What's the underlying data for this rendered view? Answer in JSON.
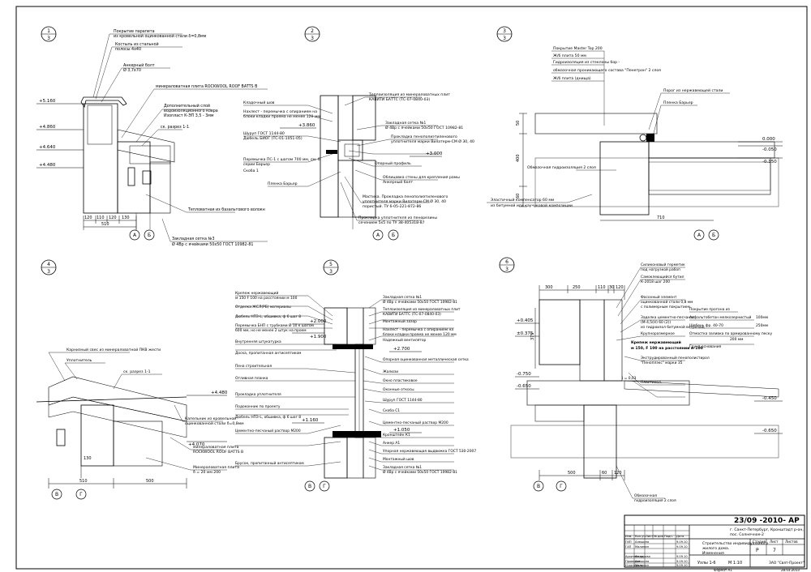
{
  "details": [
    {
      "num": "1",
      "sheet": "3"
    },
    {
      "num": "2",
      "sheet": "3"
    },
    {
      "num": "3",
      "sheet": "3"
    },
    {
      "num": "4",
      "sheet": "3"
    },
    {
      "num": "5",
      "sheet": "3"
    },
    {
      "num": "6",
      "sheet": "3"
    }
  ],
  "axes": {
    "ab": [
      "А",
      "Б"
    ],
    "vg": [
      "В",
      "Г"
    ]
  },
  "d1": {
    "labels": [
      "Покрытие парапета",
      "из кровельной оцинкованной стали δ=0,8мм",
      "Костыль из стальной",
      "полосы 4х40",
      "Анкерный болт",
      "Ø 3,7х70",
      "минераловатная плита ROCKWOOL ROOF BATTS В",
      "Дополнительный слой",
      "водоизоляционного ковра",
      "Изопласт К-ЭП 3,5 - 3мм",
      "Тепловатная из базальтового волокн",
      "Закладная сетка №3",
      "Ø 4Вр с ячейками 50х50 ГОСТ 10982-81"
    ],
    "levels": [
      "+5.160",
      "+4.860",
      "+4.640",
      "+4.480"
    ],
    "dims": [
      "120",
      "110",
      "120",
      "130",
      "510"
    ],
    "section": "ск. разрез 1-1"
  },
  "d2": {
    "labels": [
      "Теплоизоляция из минераловатных плит",
      "КАВИТИ БАТТС (ТС-07-0840-03)",
      "Кладочный шов",
      "Нахлест - перемычка с опиранием на",
      "блоки кладки проема не менее 120 мм",
      "Закладная сетка №1",
      "Ø 4Вр с ячейками 50х50 ГОСТ 10982-81",
      "Шуруп ГОСТ 1144-80",
      "Дюбель БИОГ (ТС-01-1051-05)",
      "Прокладка пенополиэтиленового",
      "уплотнителя марки Вилатерм-СМ Ø 30, 40",
      "Перемычка ПС-1 с шагом 700 мм, см. 6",
      "серии Барьер",
      "Скоба 1",
      "Опорный профиль",
      "Облицовка стены для крепления рамы",
      "Анкерный болт",
      "Пленка Барьер",
      "Мастика. Прокладка пенополиэтиленового",
      "уплотнителя марки Вилатерм-СМ Ø 30, 40",
      "пористый. ТУ 6-05-221-872-86",
      "Прокладка уплотнителя из пенорезины",
      "сечением 5х5 по ТУ 38-405318-87"
    ],
    "levels": [
      "+3.860",
      "+3.000"
    ]
  },
  "d3": {
    "labels": [
      "Покрытие Master Top 200",
      "Ж/б плита 50 мм",
      "Гидроизоляция из стеклоны бор -",
      "обмазочная проникающего состава \"Пенетрон\"   2 слоя",
      "Ж/б плита (днища)",
      "Порог из нержавеющей стали",
      "Пленка Барьер",
      "Обмазочная гидроизоляция 2 слоя",
      "Эластичный компенсатор 60 мм",
      "из битумной или каучуковой композиции"
    ],
    "levels": [
      "0.000",
      "-0.050",
      "-0.350"
    ],
    "dims": [
      "50",
      "400",
      "60",
      "710"
    ]
  },
  "d4": {
    "labels": [
      "Карнизный свес из минераловатной ПКВ жести",
      "Уплотнитель",
      "ск. разрез 1-1",
      "Капельник из кровельной",
      "оцинкованной стали δ=0,8мм",
      "минераловатная плита",
      "ROCKWOOL ROOF BATTS В",
      "Минераловатная плита",
      "δ = 20 мм 200"
    ],
    "levels": [
      "+4.480",
      "+4.070"
    ],
    "dims": [
      "130",
      "510",
      "500"
    ]
  },
  "d5": {
    "labels": [
      "Крепеж нержавеющий",
      "м 150 F 100 на расстоянии м 100",
      "Отделка ЖСЛ(РБ) материалы",
      "Дюбель НПЗ-L, обшивка, ф 6 шаг 8",
      "Перемычка БНП с трубками Ø 10 к шагом",
      "600 мм, но не менее 2 штук на проем",
      "Внутренняя штукатурка",
      "Доска, пропитанная антисептиком",
      "Пена строительная",
      "Отливная планка",
      "Прокладка уплотнителя",
      "Подоконник по проекту",
      "Дюбель НПЗ-L, обшивка, ф 6 шаг 8",
      "Цементно-песчаный раствор М200",
      "Брусок, пропитанный антисептиком",
      "Закладная сетка №1",
      "Ø 4Вр с ячейками 50х50 ГОСТ 10982-81",
      "Теплоизоляция из минераловатных плит",
      "КАВИТИ БАТТС (ТС-07-0840-03)",
      "Монтажный зазор",
      "Нахлест - перемычка с опиранием на",
      "блоки кладки проема не менее 120 мм",
      "Надежный вентилятор",
      "Опорная оцинкованная металлическая сетка",
      "Жалюзи",
      "Окно пластиковое",
      "Оконные откосы",
      "Шуруп ГОСТ 1144-80",
      "Скоба С1",
      "Цементно-песчаный раствор М200",
      "Кронштейн К1",
      "Анкер А1",
      "Упорная нержавеющая выдвижка ГОСТ 530-2007",
      "Монтажный шов",
      "Закладная сетка №1",
      "Ø 4Вр с ячейками 50х50 ГОСТ 10982-81"
    ],
    "levels": [
      "+2.000",
      "+1.900",
      "+2.700",
      "+1.160",
      "+1.050"
    ]
  },
  "d6": {
    "labels": [
      "Силиконовый герметик",
      "под нагрузкой рабоп",
      "Самоклеющийся бутил",
      "К-2018 шаг 200",
      "Фасонный элемент",
      "оцинкованной стали 0,8 мм",
      "с полимерным покрытием",
      "Заделка цементно-песчаная",
      "(М-4,5(Н) 60 (2))",
      "из гидроизол битумной ветрозащ",
      "Крупноразмерное",
      "Крепеж нержавеющий",
      "м 150, F 100 на расстоянии м 100",
      "Экструдированный пенополистирол",
      "\"Пеноплэкс\" марки 35",
      "Пластикол.",
      "Покрытие прогона из",
      "Асфальтобетон мелкозернистый",
      "Щебень фр. 40-70",
      "Отмостка заливка по армированному песку",
      "Грунт основания",
      "Обмазочная",
      "гидроизоляция 2 слоя"
    ],
    "levels": [
      "+0.405",
      "±0.375",
      "-0.750",
      "-0.650",
      "-0.450",
      "-0.650"
    ],
    "dims": [
      "300",
      "250",
      "110",
      "30",
      "120",
      "375",
      "500",
      "60",
      "120"
    ],
    "small": [
      "100мм",
      "250мм",
      "200 мм",
      "i = 0,03"
    ]
  },
  "title_block": {
    "code": "23/09 -2010- АР",
    "address": [
      "г. Санкт-Петербург, Кронштадт р-он,",
      "пос. Солнечное-2"
    ],
    "project": [
      "Строительство индивидуального",
      "жилого дома.",
      "Изменения"
    ],
    "sheet_title": "Узлы 1-6",
    "scale": "М 1:10",
    "stage_hdr": "Стадия",
    "sheet_hdr": "Лист",
    "sheets_hdr": "Листов",
    "stage": "Р",
    "sheet": "7",
    "company": "ЗАО \"Свят-Проект\"",
    "cols": [
      "Изм.",
      "Кол.уч.",
      "Лист",
      "№ док.",
      "Подп.",
      "Дата"
    ],
    "rows": [
      [
        "ГИП",
        "Алешина",
        "",
        "9.09.10"
      ],
      [
        "ГАП",
        "Малинин",
        "",
        "9.09.10"
      ],
      [
        "",
        "",
        "",
        ""
      ],
      [
        "Архитектор",
        "Федорова",
        "",
        "9.09.10"
      ],
      [
        "Проверил",
        "Алешина",
        "",
        "9.09.10"
      ],
      [
        "Н.контроль",
        "Малинин",
        "",
        "9.09.10"
      ]
    ],
    "format": "Формат А1",
    "date_corner": "28.03.2013"
  }
}
